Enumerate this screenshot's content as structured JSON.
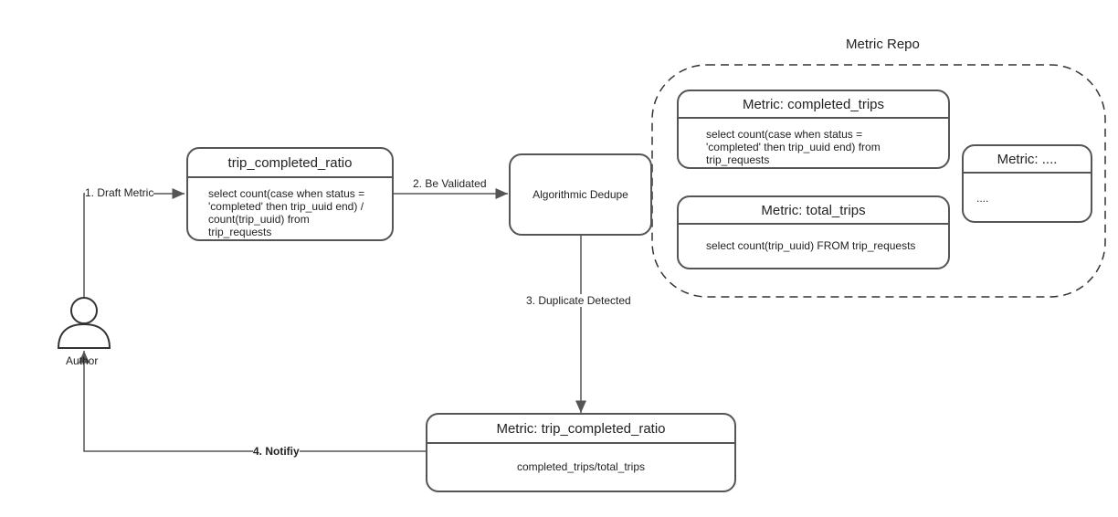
{
  "repo": {
    "title": "Metric Repo"
  },
  "author": {
    "label": "Author"
  },
  "draft": {
    "title": "trip_completed_ratio",
    "sql": "select count(case when status = 'completed' then trip_uuid end) / count(trip_uuid) from trip_requests"
  },
  "dedupe": {
    "label": "Algorithmic Dedupe"
  },
  "repo_metrics": [
    {
      "title": "Metric: completed_trips",
      "sql": "select count(case when status = 'completed' then trip_uuid end) from trip_requests"
    },
    {
      "title": "Metric: total_trips",
      "sql": "select count(trip_uuid) FROM trip_requests"
    },
    {
      "title": "Metric: ....",
      "sql": "...."
    }
  ],
  "result": {
    "title": "Metric: trip_completed_ratio",
    "expr": "completed_trips/total_trips"
  },
  "steps": {
    "draft_metric": "1. Draft Metric",
    "be_validated": "2. Be Validated",
    "duplicate_detected": "3. Duplicate Detected",
    "notify": "4. Notifiy"
  }
}
